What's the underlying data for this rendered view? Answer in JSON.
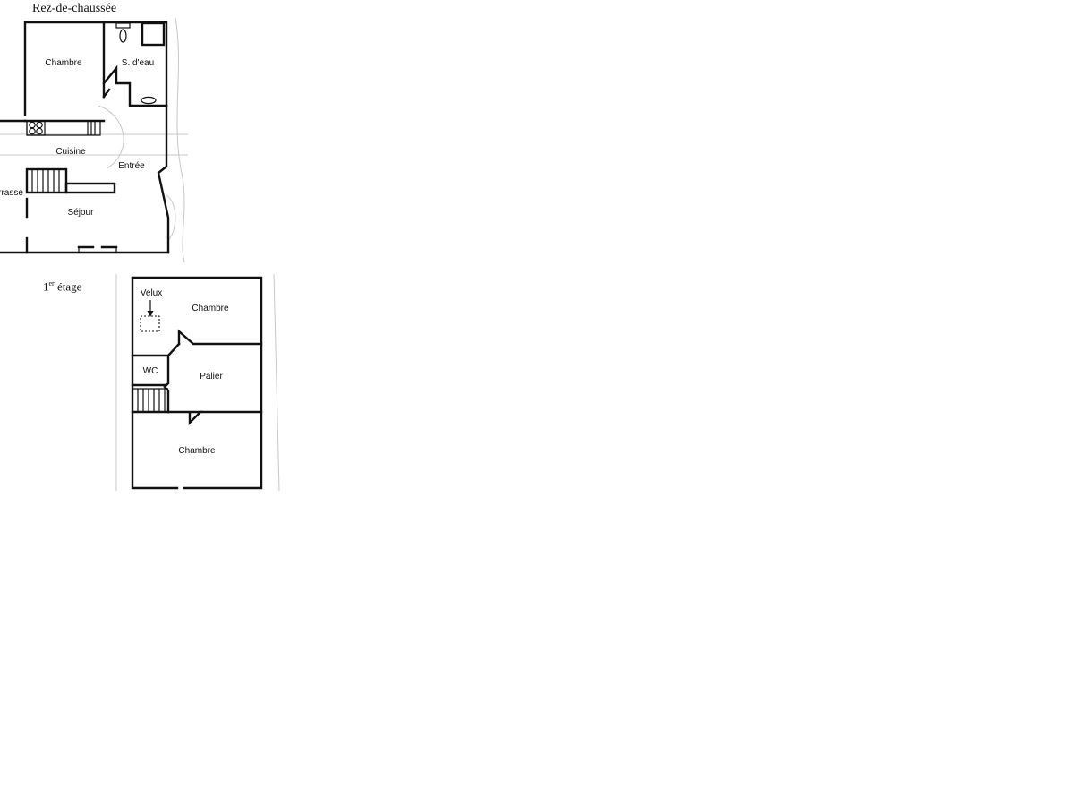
{
  "ground_floor": {
    "title": "Rez-de-chaussée",
    "rooms": {
      "chambre": "Chambre",
      "salle_deau": "S. d'eau",
      "cuisine": "Cuisine",
      "entree": "Entrée",
      "terrasse": "rrasse",
      "sejour": "Séjour"
    }
  },
  "first_floor": {
    "title_number": "1",
    "title_suffix": "er",
    "title_word": "étage",
    "rooms": {
      "velux": "Velux",
      "chambre_top": "Chambre",
      "wc": "WC",
      "palier": "Palier",
      "chambre_bottom": "Chambre"
    }
  }
}
